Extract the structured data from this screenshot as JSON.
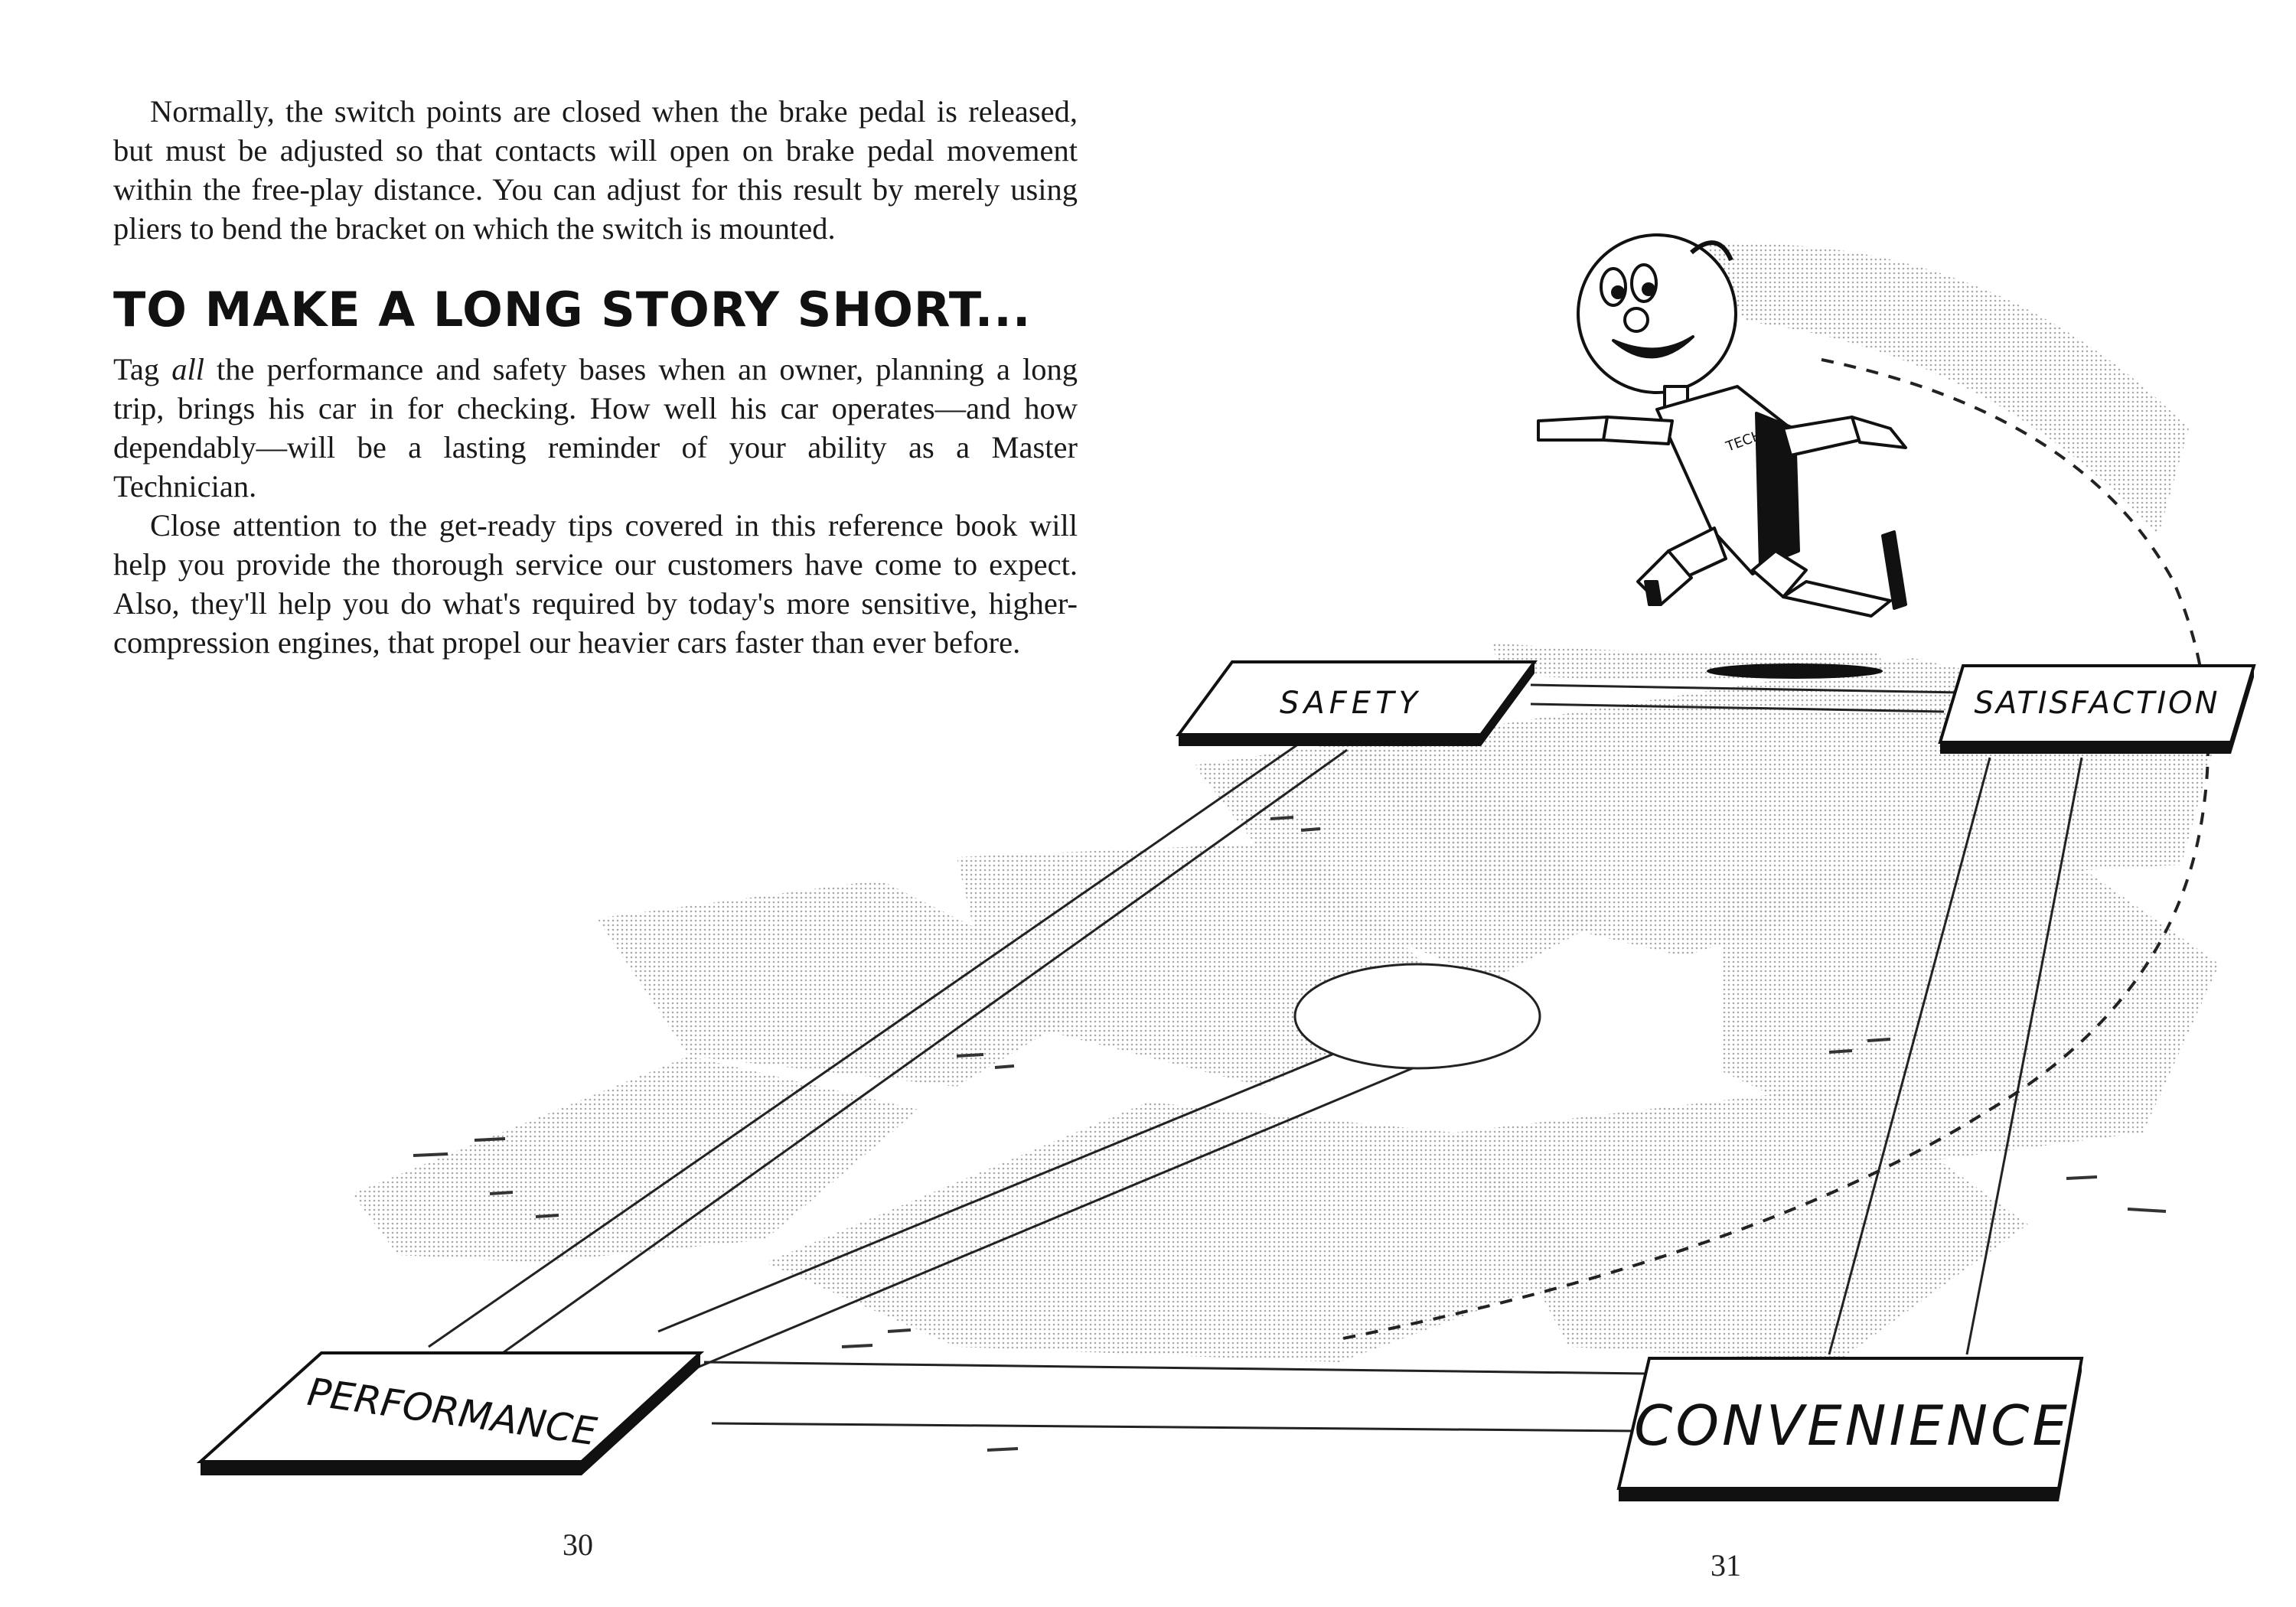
{
  "page_left": {
    "intro_paragraph": "Normally, the switch points are closed when the brake pedal is released, but must be adjusted so that contacts will open on brake pedal movement within the free-play distance. You can adjust for this result by merely using pliers to bend the bracket on which the switch is mounted.",
    "heading": "TO MAKE A LONG STORY SHORT...",
    "tag_prefix": "Tag ",
    "tag_emphasis": "all",
    "tag_rest": " the performance and safety bases when an owner, planning a long trip, brings his car in for checking. How well his car operates—and how dependably—will be a lasting reminder of your ability as a Master Technician.",
    "closing_paragraph": "Close attention to the get-ready tips covered in this reference book will help you provide the thorough service our customers have come to expect. Also, they'll help you do what's required by today's more sensitive, higher-compression engines, that propel our heavier cars faster than ever before.",
    "page_number": "30"
  },
  "page_right": {
    "page_number": "31"
  },
  "illustration": {
    "bases": {
      "performance": "PERFORMANCE",
      "safety": "SAFETY",
      "satisfaction": "SATISFACTION",
      "convenience": "CONVENIENCE"
    },
    "mascot_badge": "TECH"
  }
}
